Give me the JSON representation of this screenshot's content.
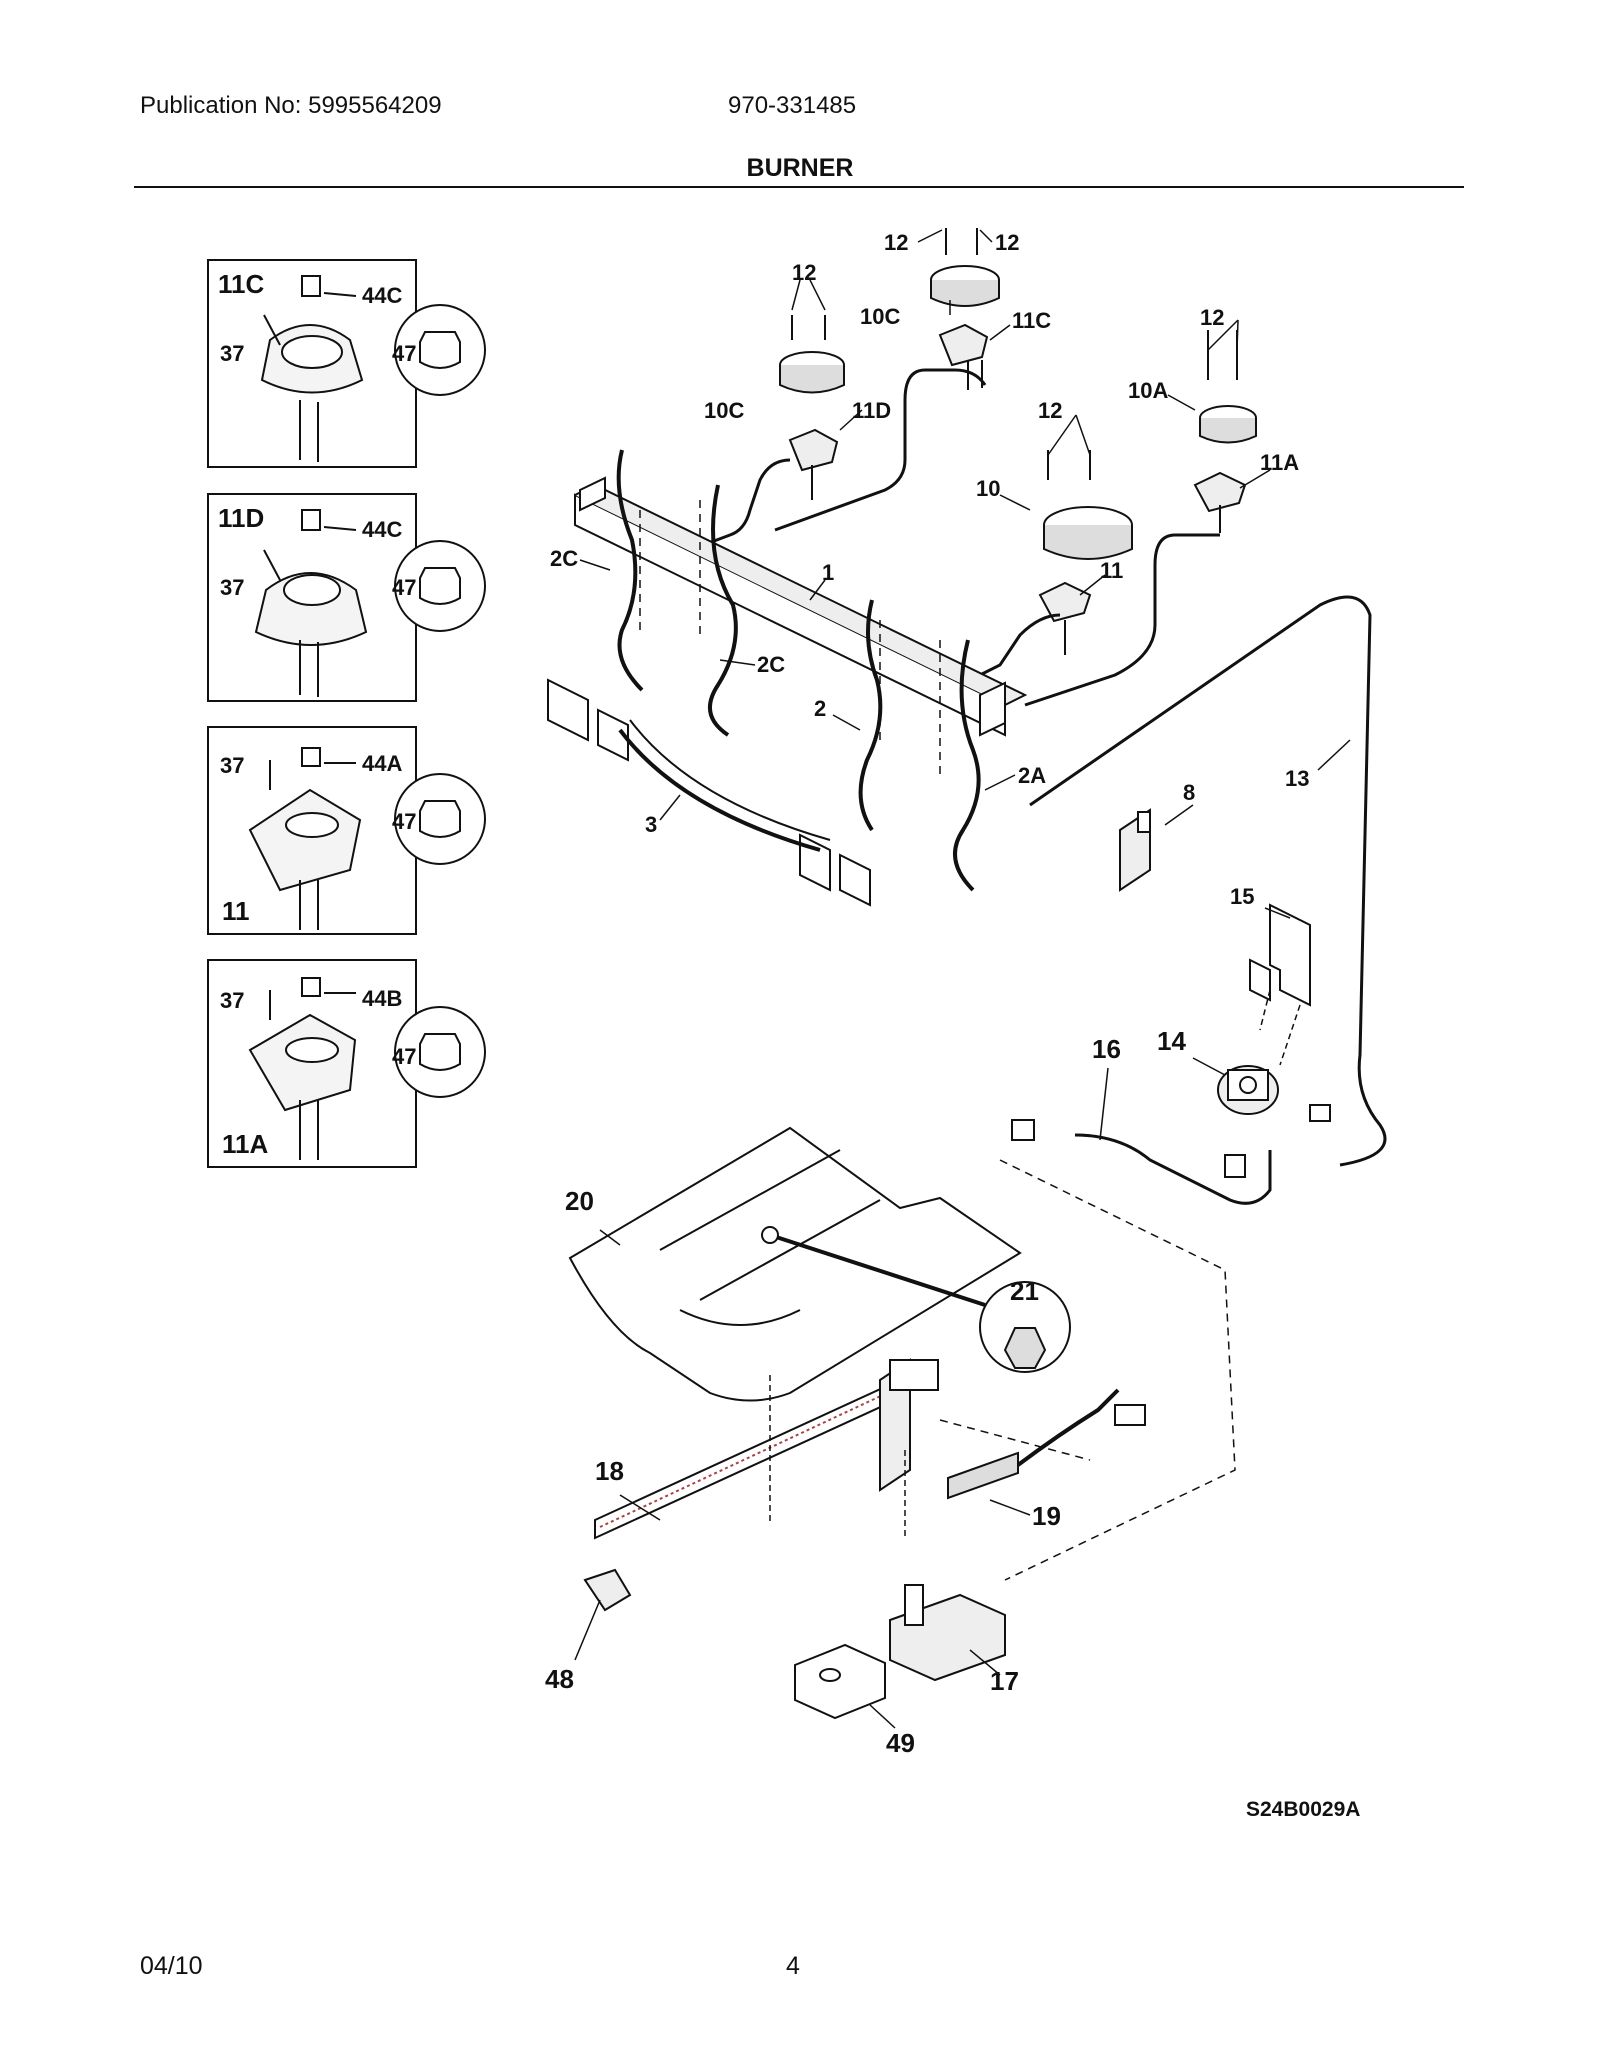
{
  "header": {
    "publication": "Publication No: 5995564209",
    "model": "970-331485",
    "title": "BURNER"
  },
  "footer": {
    "date": "04/10",
    "page": "4",
    "drawing_code": "S24B0029A"
  },
  "insets": [
    {
      "id": "11C",
      "labels": [
        "11C",
        "44C",
        "37",
        "47"
      ]
    },
    {
      "id": "11D",
      "labels": [
        "11D",
        "44C",
        "37",
        "47"
      ]
    },
    {
      "id": "11",
      "labels": [
        "37",
        "44A",
        "47",
        "11"
      ]
    },
    {
      "id": "11A",
      "labels": [
        "37",
        "44B",
        "47",
        "11A"
      ]
    }
  ],
  "callouts": {
    "c12a": "12",
    "c12b": "12",
    "c12c": "12",
    "c12d": "12",
    "c12e": "12",
    "c10c_top": "10C",
    "c11c": "11C",
    "c10c_left": "10C",
    "c11d": "11D",
    "c10a": "10A",
    "c11a": "11A",
    "c10": "10",
    "c11": "11",
    "c2c_left": "2C",
    "c1": "1",
    "c2c_mid": "2C",
    "c2": "2",
    "c2a": "2A",
    "c3": "3",
    "c8": "8",
    "c13": "13",
    "c15": "15",
    "c16": "16",
    "c14": "14",
    "c20": "20",
    "c21": "21",
    "c18": "18",
    "c19": "19",
    "c17": "17",
    "c48": "48",
    "c49": "49"
  }
}
